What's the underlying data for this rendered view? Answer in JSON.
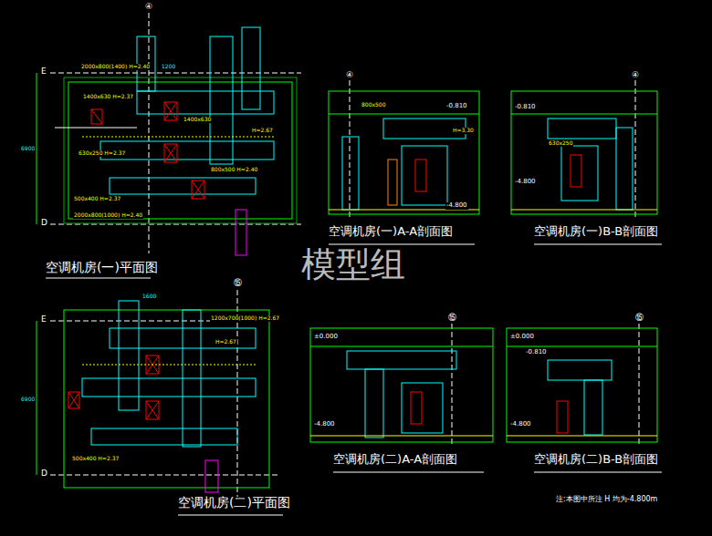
{
  "diagram": {
    "labels": [
      "空调机房(一)平面图",
      "空调机房(一)A-A剖面图",
      "空调机房(一)B-B剖面图",
      "模型组",
      "空调机房(二)平面图",
      "空调机房(二)A-A剖面图",
      "空调机房(二)B-B剖面图",
      "注:本图中所注 H 均为-4.800m",
      "④",
      "E",
      "D",
      "④",
      "④",
      "⑮",
      "E",
      "D",
      "⑮",
      "⑮",
      "-4.800",
      "-0.810",
      "-4.800",
      "-0.810",
      "±0.000",
      "-4.800",
      "±0.000",
      "-0.810",
      "-4.800",
      "2000x800(1400) H=2.40",
      "1400x630 H=2.37",
      "1400x630",
      "H=2.67",
      "630x250 H=2.37",
      "800x500 H=2.40",
      "500x400 H=2.37",
      "2000x800(1000) H=2.40",
      "6900",
      "6900",
      "1200x700(1000) H=2.67",
      "H=2.67",
      "500x400 H=2.37",
      "800x500",
      "H=3.30",
      "630x250",
      "1600",
      "1200"
    ]
  }
}
